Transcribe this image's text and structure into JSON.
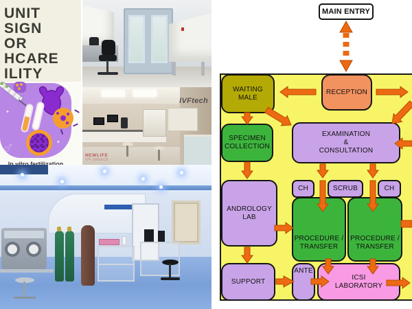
{
  "header": {
    "title_lines": [
      "UNIT",
      "SIGN",
      "OR",
      "HCARE",
      "ILITY"
    ]
  },
  "illustration": {
    "theme": "ivf-fertility-artwork",
    "male_symbol": "♂",
    "sparkle": "✦",
    "caption": "In vitro fertilization"
  },
  "photos": {
    "top": {
      "subject": "ivf-lab-with-laminar-hoods-and-double-door"
    },
    "middle": {
      "subject": "ivf-laboratory-workstations",
      "watermark": "IVFtech",
      "logo_top": "NEWLIFE",
      "logo_bottom": "IVF GREECE"
    },
    "bottom": {
      "subject": "blue-cleanroom-ivf-theatre"
    }
  },
  "flowchart": {
    "colors": {
      "background": "#f7f567",
      "arrow": "#ed6a12",
      "olive": "#b3aa05",
      "salmon": "#f2925f",
      "green": "#3cb43c",
      "lavender": "#c9a3e8",
      "pink": "#f89ae4"
    },
    "nodes": {
      "main_entry": {
        "label": "MAIN ENTRY"
      },
      "waiting_male": {
        "label": "WAITING\nMALE"
      },
      "reception": {
        "label": "RECEPTION"
      },
      "specimen_collection": {
        "label": "SPECIMEN\nCOLLECTION"
      },
      "examination": {
        "label": "EXAMINATION\n&\nCONSULTATION"
      },
      "andrology_lab": {
        "label": "ANDROLOGY\nLAB"
      },
      "ch_left": {
        "label": "CH"
      },
      "scrub": {
        "label": "SCRUB"
      },
      "ch_right": {
        "label": "CH"
      },
      "procedure_left": {
        "label": "PROCEDURE /\nTRANSFER"
      },
      "procedure_right": {
        "label": "PROCEDURE /\nTRANSFER"
      },
      "support": {
        "label": "SUPPORT"
      },
      "ante": {
        "label": "ANTE"
      },
      "icsi": {
        "label": "ICSI\nLABORATORY"
      }
    },
    "edges": [
      {
        "from": "main_entry",
        "to": "reception",
        "style": "dashed-double"
      },
      {
        "from": "reception",
        "to": "waiting_male"
      },
      {
        "from": "reception",
        "to": "offpage-right"
      },
      {
        "from": "waiting_male",
        "to": "specimen_collection"
      },
      {
        "from": "waiting_male",
        "to": "examination"
      },
      {
        "from": "offpage-right",
        "to": "examination"
      },
      {
        "from": "offpage-right",
        "to": "examination",
        "note": "horizontal"
      },
      {
        "from": "examination",
        "to": "procedure_left"
      },
      {
        "from": "examination",
        "to": "procedure_right"
      },
      {
        "from": "specimen_collection",
        "to": "andrology_lab"
      },
      {
        "from": "andrology_lab",
        "to": "procedure_left"
      },
      {
        "from": "andrology_lab",
        "to": "support"
      },
      {
        "from": "procedure_right",
        "to": "offpage-right"
      },
      {
        "from": "procedure_left",
        "to": "icsi"
      },
      {
        "from": "procedure_right",
        "to": "icsi"
      },
      {
        "from": "support",
        "to": "ante"
      },
      {
        "from": "ante",
        "to": "icsi"
      },
      {
        "from": "icsi",
        "to": "offpage-right"
      }
    ]
  }
}
